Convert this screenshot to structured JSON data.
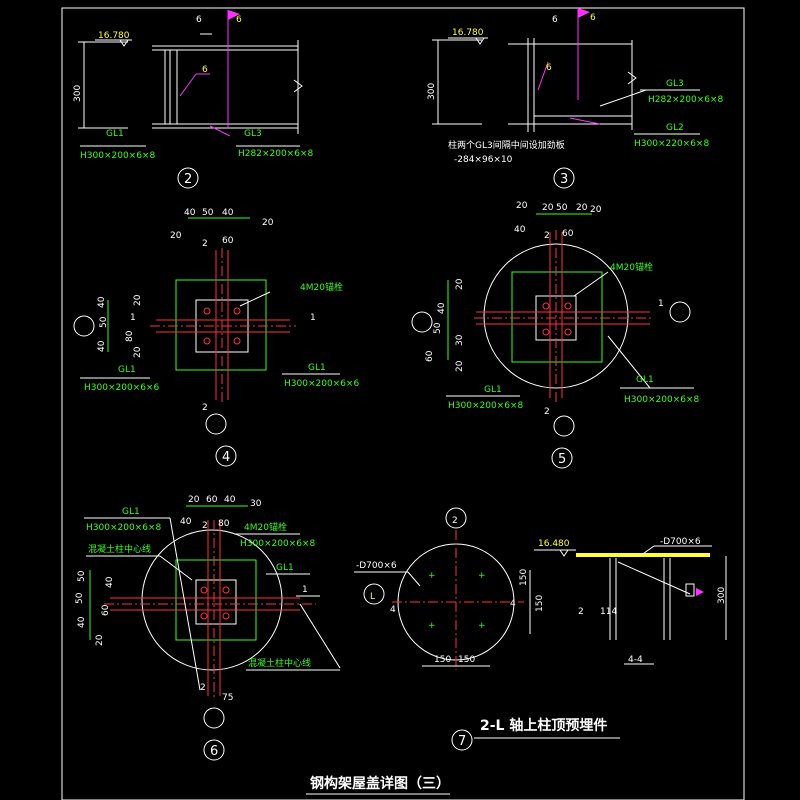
{
  "drawing_title": "钢构架屋盖详图（三）",
  "embed_title": "2-L 轴上柱顶预埋件",
  "colors": {
    "background": "#000000",
    "white": "#ffffff",
    "green": "#39ff14",
    "yellow": "#ffff33",
    "red": "#ff3040",
    "magenta": "#ff30ff"
  },
  "detail2": {
    "num": "2",
    "elev": "16.780",
    "height": "300",
    "weld1": "6",
    "weld2": "6",
    "weld3": "6",
    "gl1": "GL1",
    "gl1_spec": "H300×200×6×8",
    "gl3": "GL3",
    "gl3_spec": "H282×200×6×8"
  },
  "detail3": {
    "num": "3",
    "elev": "16.780",
    "height": "300",
    "weld1": "6",
    "weld2": "6",
    "weld3": "6",
    "gl3": "GL3",
    "gl3_spec": "H282×200×6×8",
    "gl2": "GL2",
    "gl2_spec": "H300×220×6×8",
    "note": "柱两个GL3间隔中间设加劲板",
    "note2": "-284×96×10"
  },
  "detail4": {
    "num": "4",
    "anchor": "4M20锚栓",
    "gl1": "GL1",
    "spec_left": "H300×200×6×6",
    "spec_right": "H300×200×6×6",
    "dims_top": [
      "40",
      "50",
      "40"
    ],
    "dim20a": "20",
    "dim20b": "20",
    "dim2": "2",
    "dim60": "60",
    "dims_left": [
      "40",
      "50",
      "40"
    ],
    "dims_left_b": [
      "20",
      "80",
      "20"
    ],
    "axis1": "1",
    "axis2": "2"
  },
  "detail5": {
    "num": "5",
    "anchor": "4M20锚栓",
    "gl1a": "GL1",
    "gl1b": "GL1",
    "spec_left": "H300×200×6×8",
    "spec_right": "H300×200×6×8",
    "dims_top": [
      "20",
      "50",
      "20"
    ],
    "dim40": "40",
    "dim20": "20",
    "dim2": "2",
    "dim60": "60",
    "dims_left": [
      "20",
      "40",
      "50",
      "30",
      "60",
      "20"
    ],
    "axis1": "1",
    "axis2": "2"
  },
  "detail6": {
    "num": "6",
    "gl1a": "GL1",
    "gl1b": "GL1",
    "spec1": "H300×200×6×8",
    "spec2": "H300×200×6×8",
    "anchor": "4M20锚栓",
    "center1": "混凝土柱中心线",
    "center2": "混凝土柱中心线",
    "dims_top": [
      "20",
      "60",
      "40"
    ],
    "dim30": "30",
    "dim40": "40",
    "dim2": "2",
    "dim80": "80",
    "dim75": "75",
    "dims_left": [
      "50",
      "40",
      "50",
      "60",
      "40",
      "20"
    ],
    "axis1": "1",
    "axis2": "2"
  },
  "detail7": {
    "num": "7",
    "plate": "-D700×6",
    "plate2": "-D700×6",
    "elev": "16.480",
    "axisL": "L",
    "axis2": "2",
    "dim4a": "4",
    "dim4b": "4",
    "dim150": "150",
    "dim150b": "150",
    "dim150c": "150",
    "dim150d": "150",
    "height": "300",
    "dim2": "2",
    "dim114": "114",
    "section": "4-4"
  }
}
